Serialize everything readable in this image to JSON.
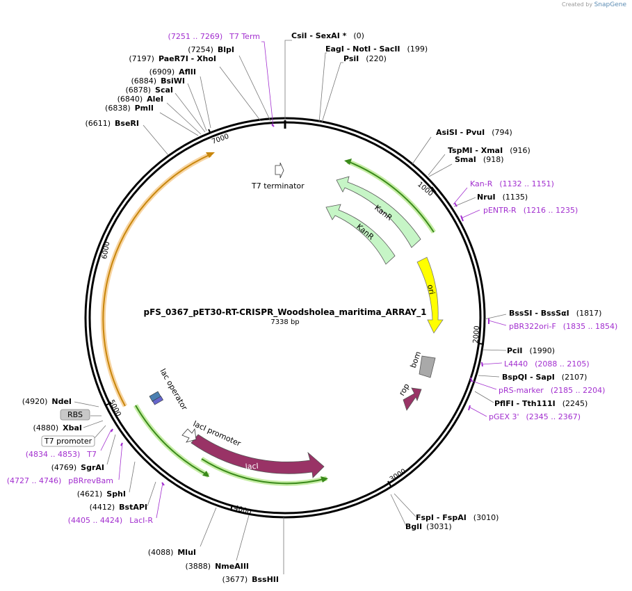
{
  "credit": {
    "prefix": "Created by",
    "brand": "SnapGene"
  },
  "plasmid": {
    "name": "pFS_0367_pET30-RT-CRISPR_Woodsholea_maritima_ARRAY_1",
    "length": "7338 bp"
  },
  "ticks": [
    "1000",
    "2000",
    "3000",
    "4000",
    "5000",
    "6000",
    "7000"
  ],
  "features": {
    "t7_terminator": "T7 terminator",
    "kanr_1": "KanR",
    "kanr_2": "KanR",
    "ori": "ori",
    "bom": "bom",
    "rop": "rop",
    "lacI": "lacI",
    "lacI_promoter": "lacI promoter",
    "lac_operator": "lac operator"
  },
  "labels_right": [
    {
      "pos": "(0)",
      "enzymes": "CsiI   - SexAI *"
    },
    {
      "pos": "(199)",
      "enzymes": "EagI   - NotI   - SacII"
    },
    {
      "pos": "(220)",
      "enzymes": "PsiI"
    },
    {
      "pos": "(794)",
      "enzymes": "AsiSI   - PvuI"
    },
    {
      "pos": "(916)",
      "enzymes": "TspMI   - XmaI"
    },
    {
      "pos": "(918)",
      "enzymes": "SmaI"
    },
    {
      "pos": "(1132 .. 1151)",
      "primer": "Kan-R"
    },
    {
      "pos": "(1135)",
      "enzymes": "NruI"
    },
    {
      "pos": "(1216 .. 1235)",
      "primer": "pENTR-R"
    },
    {
      "pos": "(1817)",
      "enzymes": "BssSI   - BssSαI"
    },
    {
      "pos": "(1835 .. 1854)",
      "primer": "pBR322ori-F"
    },
    {
      "pos": "(1990)",
      "enzymes": "PciI"
    },
    {
      "pos": "(2088 .. 2105)",
      "primer": "L4440"
    },
    {
      "pos": "(2107)",
      "enzymes": "BspQI   - SapI"
    },
    {
      "pos": "(2185 .. 2204)",
      "primer": "pRS-marker"
    },
    {
      "pos": "(2245)",
      "enzymes": "PflFI   - Tth111I"
    },
    {
      "pos": "(2345 .. 2367)",
      "primer": "pGEX 3'"
    },
    {
      "pos": "(3010)",
      "enzymes": "FspI   - FspAI"
    },
    {
      "pos": "(3031)",
      "enzymes": "BglI"
    }
  ],
  "labels_left": [
    {
      "pos": "(7251 .. 7269)",
      "primer": "T7 Term"
    },
    {
      "pos": "(7254)",
      "enzymes": "BlpI"
    },
    {
      "pos": "(7197)",
      "enzymes": "PaeR7I   - XhoI"
    },
    {
      "pos": "(6909)",
      "enzymes": "AflII"
    },
    {
      "pos": "(6884)",
      "enzymes": "BsiWI"
    },
    {
      "pos": "(6878)",
      "enzymes": "ScaI"
    },
    {
      "pos": "(6840)",
      "enzymes": "AleI"
    },
    {
      "pos": "(6838)",
      "enzymes": "PmlI"
    },
    {
      "pos": "(6611)",
      "enzymes": "BseRI"
    },
    {
      "pos": "(4920)",
      "enzymes": "NdeI"
    },
    {
      "box": "RBS"
    },
    {
      "pos": "(4880)",
      "enzymes": "XbaI"
    },
    {
      "box": "T7 promoter"
    },
    {
      "pos": "(4834 .. 4853)",
      "primer": "T7"
    },
    {
      "pos": "(4769)",
      "enzymes": "SgrAI"
    },
    {
      "pos": "(4727 .. 4746)",
      "primer": "pBRrevBam"
    },
    {
      "pos": "(4621)",
      "enzymes": "SphI"
    },
    {
      "pos": "(4412)",
      "enzymes": "BstAPI"
    },
    {
      "pos": "(4405 .. 4424)",
      "primer": "LacI-R"
    },
    {
      "pos": "(4088)",
      "enzymes": "MluI"
    },
    {
      "pos": "(3888)",
      "enzymes": "NmeAIII"
    },
    {
      "pos": "(3677)",
      "enzymes": "BssHII"
    }
  ],
  "colors": {
    "backbone": "#000000",
    "kanr": "#c6f5c6",
    "ori": "#ffff00",
    "bom": "#a9a9a9",
    "rop": "#993366",
    "lacI": "#993366",
    "orange_arc": "#c8860b",
    "green_arc": "#3a8a1a",
    "primer": "#a22ecf"
  }
}
